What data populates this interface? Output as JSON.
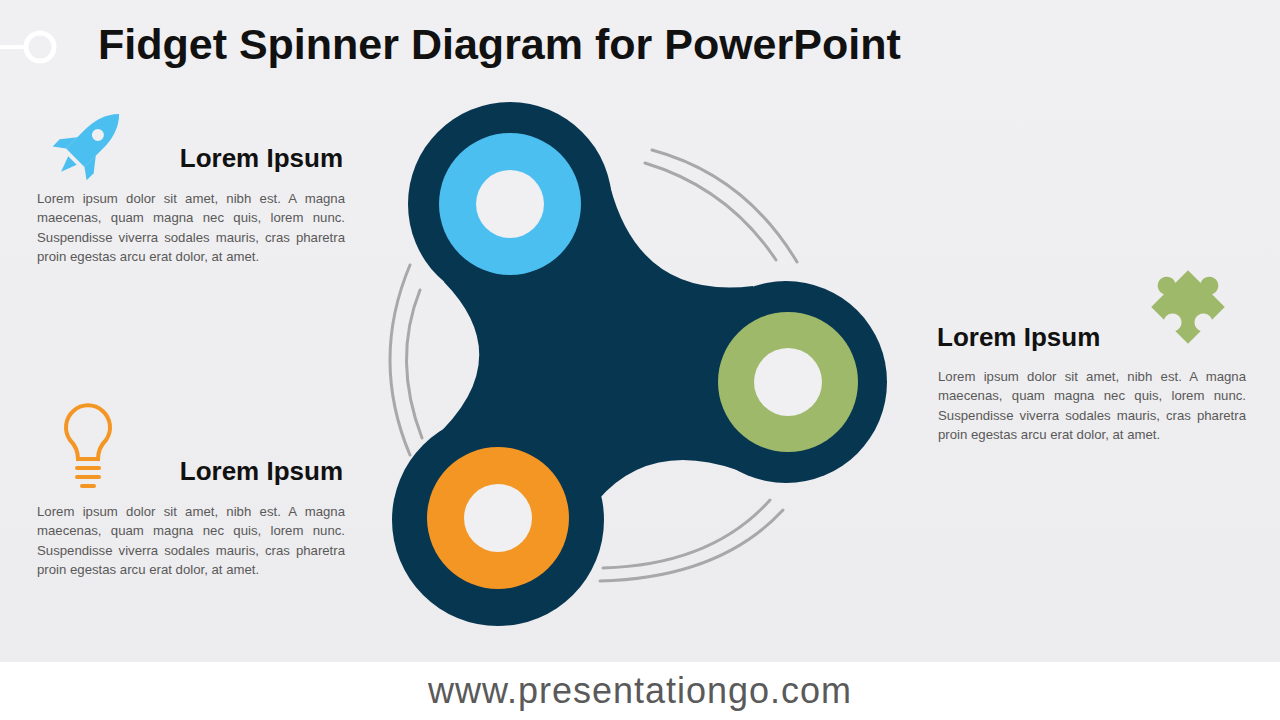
{
  "diagram": {
    "title": "Fidget Spinner Diagram for PowerPoint",
    "labels": [
      "Lorem Ipsum",
      "Lorem ipsum dolor sit amet, nibh est. A magna maecenas, quam magna nec quis, lorem nunc. Suspendisse viverra sodales mauris, cras pharetra proin egestas arcu erat dolor, at amet.",
      "Lorem Ipsum",
      "Lorem ipsum dolor sit amet, nibh est. A magna maecenas, quam magna nec quis, lorem nunc. Suspendisse viverra sodales mauris, cras pharetra proin egestas arcu erat dolor, at amet.",
      "Lorem Ipsum",
      "Lorem ipsum dolor sit amet, nibh est. A magna maecenas, quam magna nec quis, lorem nunc. Suspendisse viverra sodales mauris, cras pharetra proin egestas arcu erat dolor, at amet.",
      "www.presentationgo.com"
    ]
  }
}
